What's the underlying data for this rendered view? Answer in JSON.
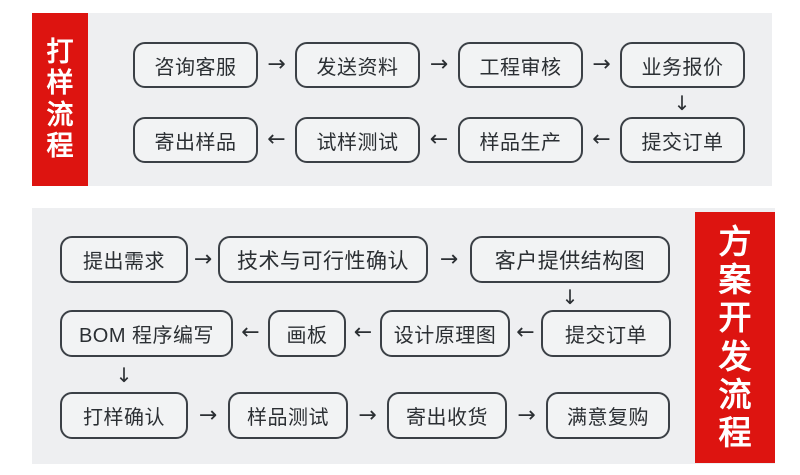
{
  "colors": {
    "banner_red": "#dd1410",
    "panel_bg": "#eeeff1",
    "node_bg": "#f2f3f4",
    "node_border": "#3b4046",
    "text": "#2b2f33",
    "page_bg": "#ffffff"
  },
  "prototype_section": {
    "banner_chars": [
      "打",
      "样",
      "流",
      "程"
    ],
    "banner_text": "打样流程",
    "nodes": [
      {
        "id": "n-t-1",
        "label": "咨询客服"
      },
      {
        "id": "n-t-2",
        "label": "发送资料"
      },
      {
        "id": "n-t-3",
        "label": "工程审核"
      },
      {
        "id": "n-t-4",
        "label": "业务报价"
      },
      {
        "id": "n-t-5",
        "label": "提交订单"
      },
      {
        "id": "n-t-6",
        "label": "样品生产"
      },
      {
        "id": "n-t-7",
        "label": "试样测试"
      },
      {
        "id": "n-t-8",
        "label": "寄出样品"
      }
    ],
    "arrows": [
      {
        "id": "a-t-1",
        "glyph": "→",
        "direction": "right"
      },
      {
        "id": "a-t-2",
        "glyph": "→",
        "direction": "right"
      },
      {
        "id": "a-t-3",
        "glyph": "→",
        "direction": "right"
      },
      {
        "id": "a-t-4",
        "glyph": "↓",
        "direction": "down"
      },
      {
        "id": "a-t-5",
        "glyph": "←",
        "direction": "left"
      },
      {
        "id": "a-t-6",
        "glyph": "←",
        "direction": "left"
      },
      {
        "id": "a-t-7",
        "glyph": "←",
        "direction": "left"
      }
    ]
  },
  "design_section": {
    "banner_chars": [
      "方",
      "案",
      "开",
      "发",
      "流",
      "程"
    ],
    "banner_text": "方案开发流程",
    "nodes": [
      {
        "id": "n-b-1",
        "label": "提出需求"
      },
      {
        "id": "n-b-2",
        "label": "技术与可行性确认"
      },
      {
        "id": "n-b-3",
        "label": "客户提供结构图"
      },
      {
        "id": "n-b-4",
        "label": "提交订单"
      },
      {
        "id": "n-b-5",
        "label": "设计原理图"
      },
      {
        "id": "n-b-6",
        "label": "画板"
      },
      {
        "id": "n-b-7",
        "label": "BOM 程序编写"
      },
      {
        "id": "n-b-8",
        "label": "打样确认"
      },
      {
        "id": "n-b-9",
        "label": "样品测试"
      },
      {
        "id": "n-b-10",
        "label": "寄出收货"
      },
      {
        "id": "n-b-11",
        "label": "满意复购"
      }
    ],
    "arrows": [
      {
        "id": "a-b-1",
        "glyph": "→",
        "direction": "right"
      },
      {
        "id": "a-b-2",
        "glyph": "→",
        "direction": "right"
      },
      {
        "id": "a-b-3",
        "glyph": "↓",
        "direction": "down"
      },
      {
        "id": "a-b-4",
        "glyph": "←",
        "direction": "left"
      },
      {
        "id": "a-b-5",
        "glyph": "←",
        "direction": "left"
      },
      {
        "id": "a-b-6",
        "glyph": "←",
        "direction": "left"
      },
      {
        "id": "a-b-7",
        "glyph": "↓",
        "direction": "down"
      },
      {
        "id": "a-b-8",
        "glyph": "→",
        "direction": "right"
      },
      {
        "id": "a-b-9",
        "glyph": "→",
        "direction": "right"
      },
      {
        "id": "a-b-10",
        "glyph": "→",
        "direction": "right"
      }
    ]
  }
}
